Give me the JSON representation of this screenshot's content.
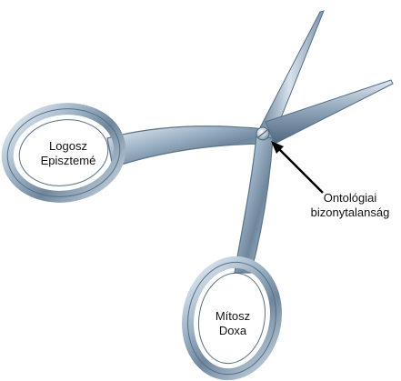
{
  "diagram": {
    "left_handle_labels": [
      "Logosz",
      "Episztemé"
    ],
    "bottom_handle_labels": [
      "Mítosz",
      "Doxa"
    ],
    "pivot_callout_labels": [
      "Ontológiai",
      "bizonytalanság"
    ]
  }
}
